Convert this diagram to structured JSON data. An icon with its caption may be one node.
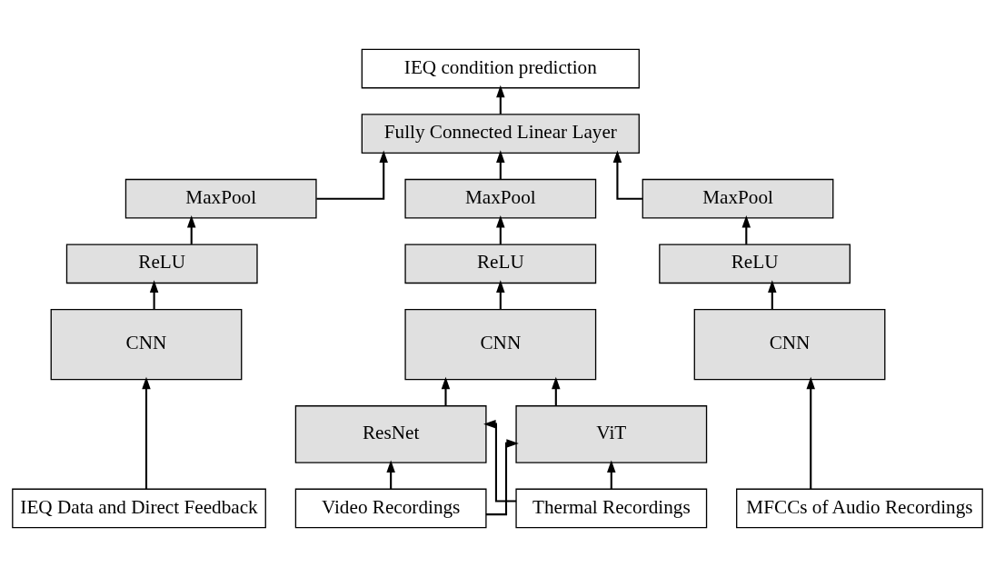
{
  "diagram": {
    "nodes": [
      {
        "text": [
          "IEQ condition prediction"
        ]
      },
      {
        "text": [
          "Fully Connected Linear Layer"
        ]
      },
      {
        "text": [
          "MaxPool"
        ]
      },
      {
        "text": [
          "MaxPool"
        ]
      },
      {
        "text": [
          "MaxPool"
        ]
      },
      {
        "text": [
          "ReLU"
        ]
      },
      {
        "text": [
          "ReLU"
        ]
      },
      {
        "text": [
          "ReLU"
        ]
      },
      {
        "text": [
          "CNN"
        ]
      },
      {
        "text": [
          "CNN"
        ]
      },
      {
        "text": [
          "CNN"
        ]
      },
      {
        "text": [
          "ResNet"
        ]
      },
      {
        "text": [
          "ViT"
        ]
      },
      {
        "text": [
          "IEQ Data and Direct Feedback"
        ]
      },
      {
        "text": [
          "Video Recordings"
        ]
      },
      {
        "text": [
          "Thermal Recordings"
        ]
      },
      {
        "text": [
          "MFCCs of Audio Recordings"
        ]
      }
    ],
    "edges": [
      {
        "from": 1,
        "to": 0,
        "arrow": "to"
      },
      {
        "from": 2,
        "to": 1,
        "arrow": "to"
      },
      {
        "from": 3,
        "to": 1,
        "arrow": "to"
      },
      {
        "from": 4,
        "to": 1,
        "arrow": "to"
      },
      {
        "from": 5,
        "to": 2,
        "arrow": "to"
      },
      {
        "from": 6,
        "to": 3,
        "arrow": "to"
      },
      {
        "from": 7,
        "to": 4,
        "arrow": "to"
      },
      {
        "from": 8,
        "to": 5,
        "arrow": "to"
      },
      {
        "from": 9,
        "to": 6,
        "arrow": "to"
      },
      {
        "from": 10,
        "to": 7,
        "arrow": "to"
      },
      {
        "from": 11,
        "to": 9,
        "arrow": "to"
      },
      {
        "from": 12,
        "to": 9,
        "arrow": "to"
      },
      {
        "from": 13,
        "to": 8,
        "arrow": "to"
      },
      {
        "from": 14,
        "to": 11,
        "arrow": "to"
      },
      {
        "from": 14,
        "to": 12,
        "arrow": "to"
      },
      {
        "from": 15,
        "to": 11,
        "arrow": "to"
      },
      {
        "from": 15,
        "to": 12,
        "arrow": "to"
      },
      {
        "from": 16,
        "to": 10,
        "arrow": "to"
      }
    ]
  }
}
